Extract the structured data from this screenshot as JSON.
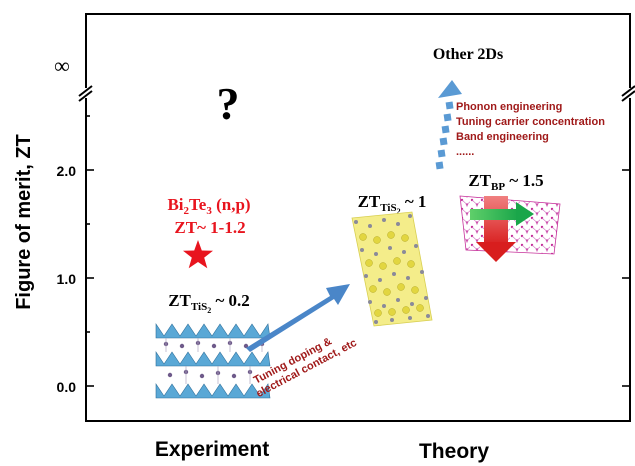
{
  "chart_data": {
    "type": "scatter",
    "ylabel": "Figure of merit, ZT",
    "yticks": [
      "0.0",
      "1.0",
      "2.0"
    ],
    "y_break_label": "∞",
    "categories": [
      "Experiment",
      "Theory"
    ],
    "unknown_mark": "?",
    "points": [
      {
        "label_main": "Bi",
        "label_sub": "2",
        "label_rest": "Te",
        "label_sub2": "3",
        "label_tail": " (n,p)",
        "value_label": "ZT~ 1-1.2",
        "category": "Experiment",
        "y": 1.2,
        "marker": "star",
        "color": "#e8141e"
      },
      {
        "label_main": "ZT",
        "label_sub": "TiS",
        "label_subsub": "2",
        "label_tail": " ~ 0.2",
        "category": "Experiment",
        "y": 0.2
      },
      {
        "label_main": "ZT",
        "label_sub": "TiS",
        "label_subsub": "2",
        "label_tail": " ~ 1",
        "category": "Theory",
        "y": 1.0
      },
      {
        "label_main": "ZT",
        "label_sub": "BP",
        "label_tail": " ~ 1.5",
        "category": "Theory",
        "y": 1.5
      }
    ],
    "annotations": {
      "arrow_label_line1": "Tuning doping &",
      "arrow_label_line2": "electrical contact, etc",
      "strategies": [
        "Phonon engineering",
        "Tuning carrier concentration",
        "Band engineering",
        "......"
      ],
      "other": "Other 2Ds"
    },
    "colors": {
      "arrow": "#4a86c8",
      "annotation": "#a01a1a",
      "star": "#e8141e"
    }
  }
}
